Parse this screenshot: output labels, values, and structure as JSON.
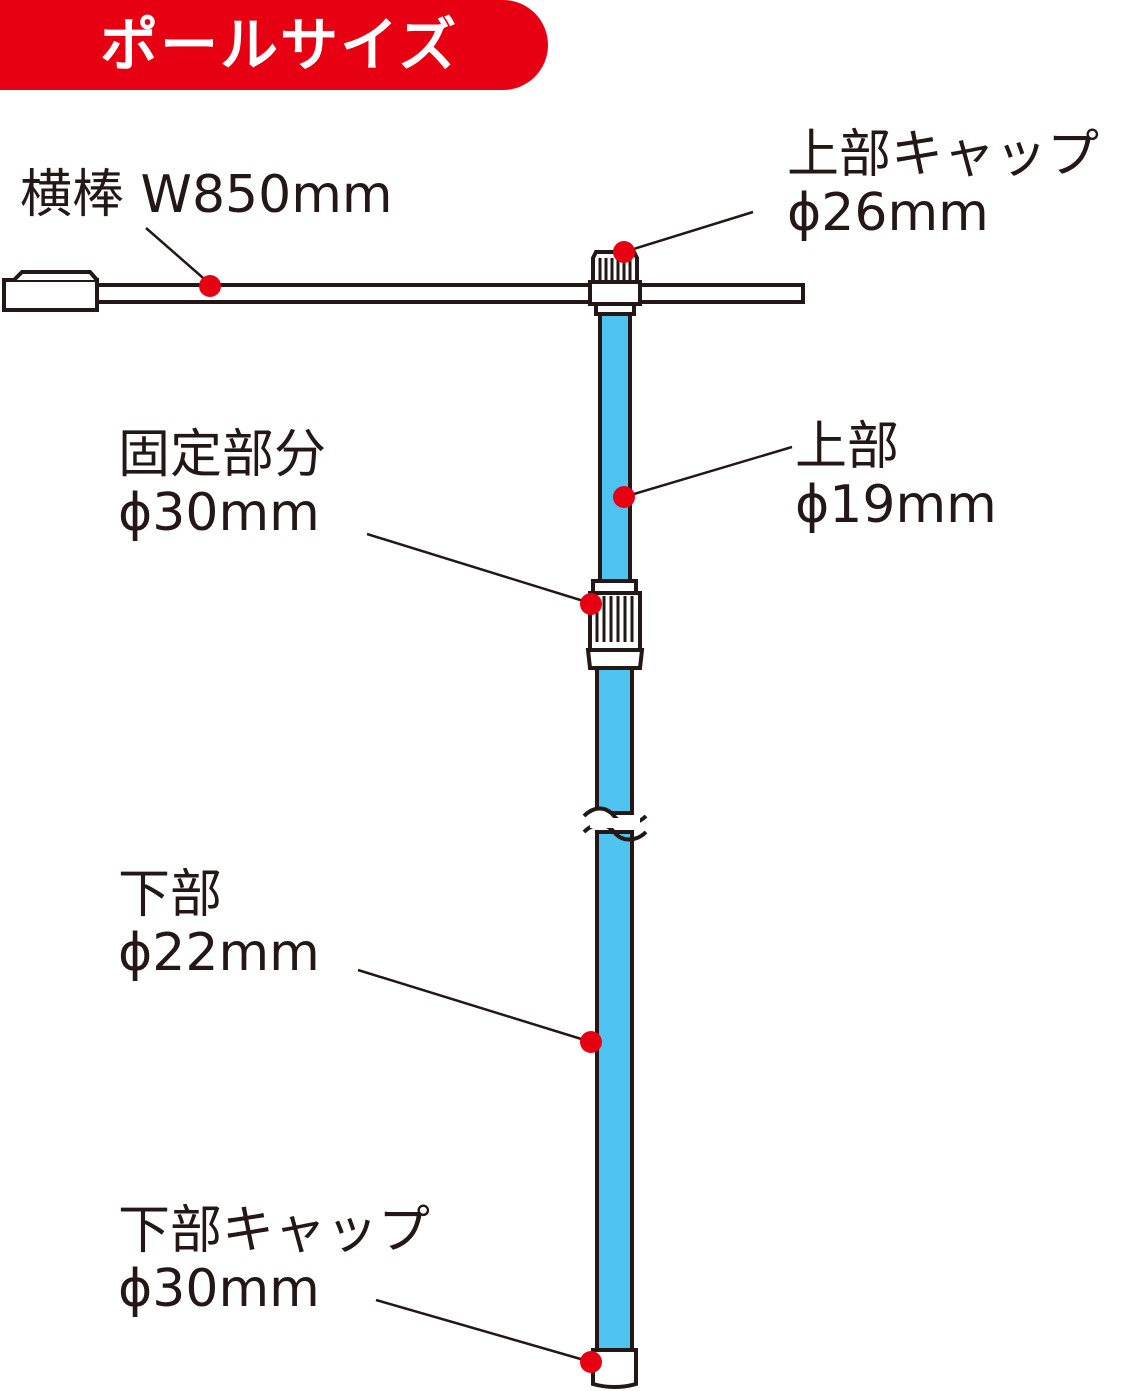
{
  "title": "ポールサイズ",
  "colors": {
    "accent_red": "#e60012",
    "pole_blue": "#4ec3f0",
    "outline": "#231815"
  },
  "labels": {
    "crossbar": "横棒 W850mm",
    "top_cap_name": "上部キャップ",
    "top_cap_size": "ϕ26mm",
    "fixing_name": "固定部分",
    "fixing_size": "ϕ30mm",
    "upper_name": "上部",
    "upper_size": "ϕ19mm",
    "lower_name": "下部",
    "lower_size": "ϕ22mm",
    "bottom_cap_name": "下部キャップ",
    "bottom_cap_size": "ϕ30mm"
  }
}
